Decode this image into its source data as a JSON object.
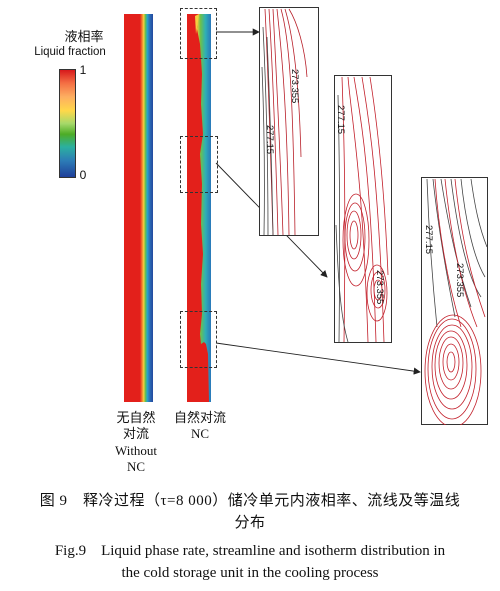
{
  "legend": {
    "title_cn": "液相率",
    "title_en": "Liquid fraction",
    "max_label": "1",
    "min_label": "0",
    "colors": [
      "#d7191c",
      "#f46d43",
      "#fdae61",
      "#ffd84a",
      "#a6d96a",
      "#4dac26",
      "#2bb0a0",
      "#2c7bb6",
      "#1f3f99"
    ]
  },
  "columns": {
    "without_nc": {
      "label_cn_1": "无自然",
      "label_cn_2": "对流",
      "label_en_1": "Without",
      "label_en_2": "NC"
    },
    "with_nc": {
      "label_cn": "自然对流",
      "label_en": "NC"
    }
  },
  "insets": {
    "top": {
      "iso_labels": [
        "273.355",
        "277.15"
      ]
    },
    "middle": {
      "iso_labels": [
        "277.15",
        "273.355"
      ]
    },
    "bottom": {
      "iso_labels": [
        "277.15",
        "273.355"
      ]
    }
  },
  "caption": {
    "cn_line1": "图 9　释冷过程（τ=8 000）储冷单元内液相率、流线及等温线",
    "cn_line2": "分布",
    "en_line1": "Fig.9　Liquid phase rate, streamline and isotherm distribution in",
    "en_line2": "the cold storage unit in the cooling process"
  }
}
